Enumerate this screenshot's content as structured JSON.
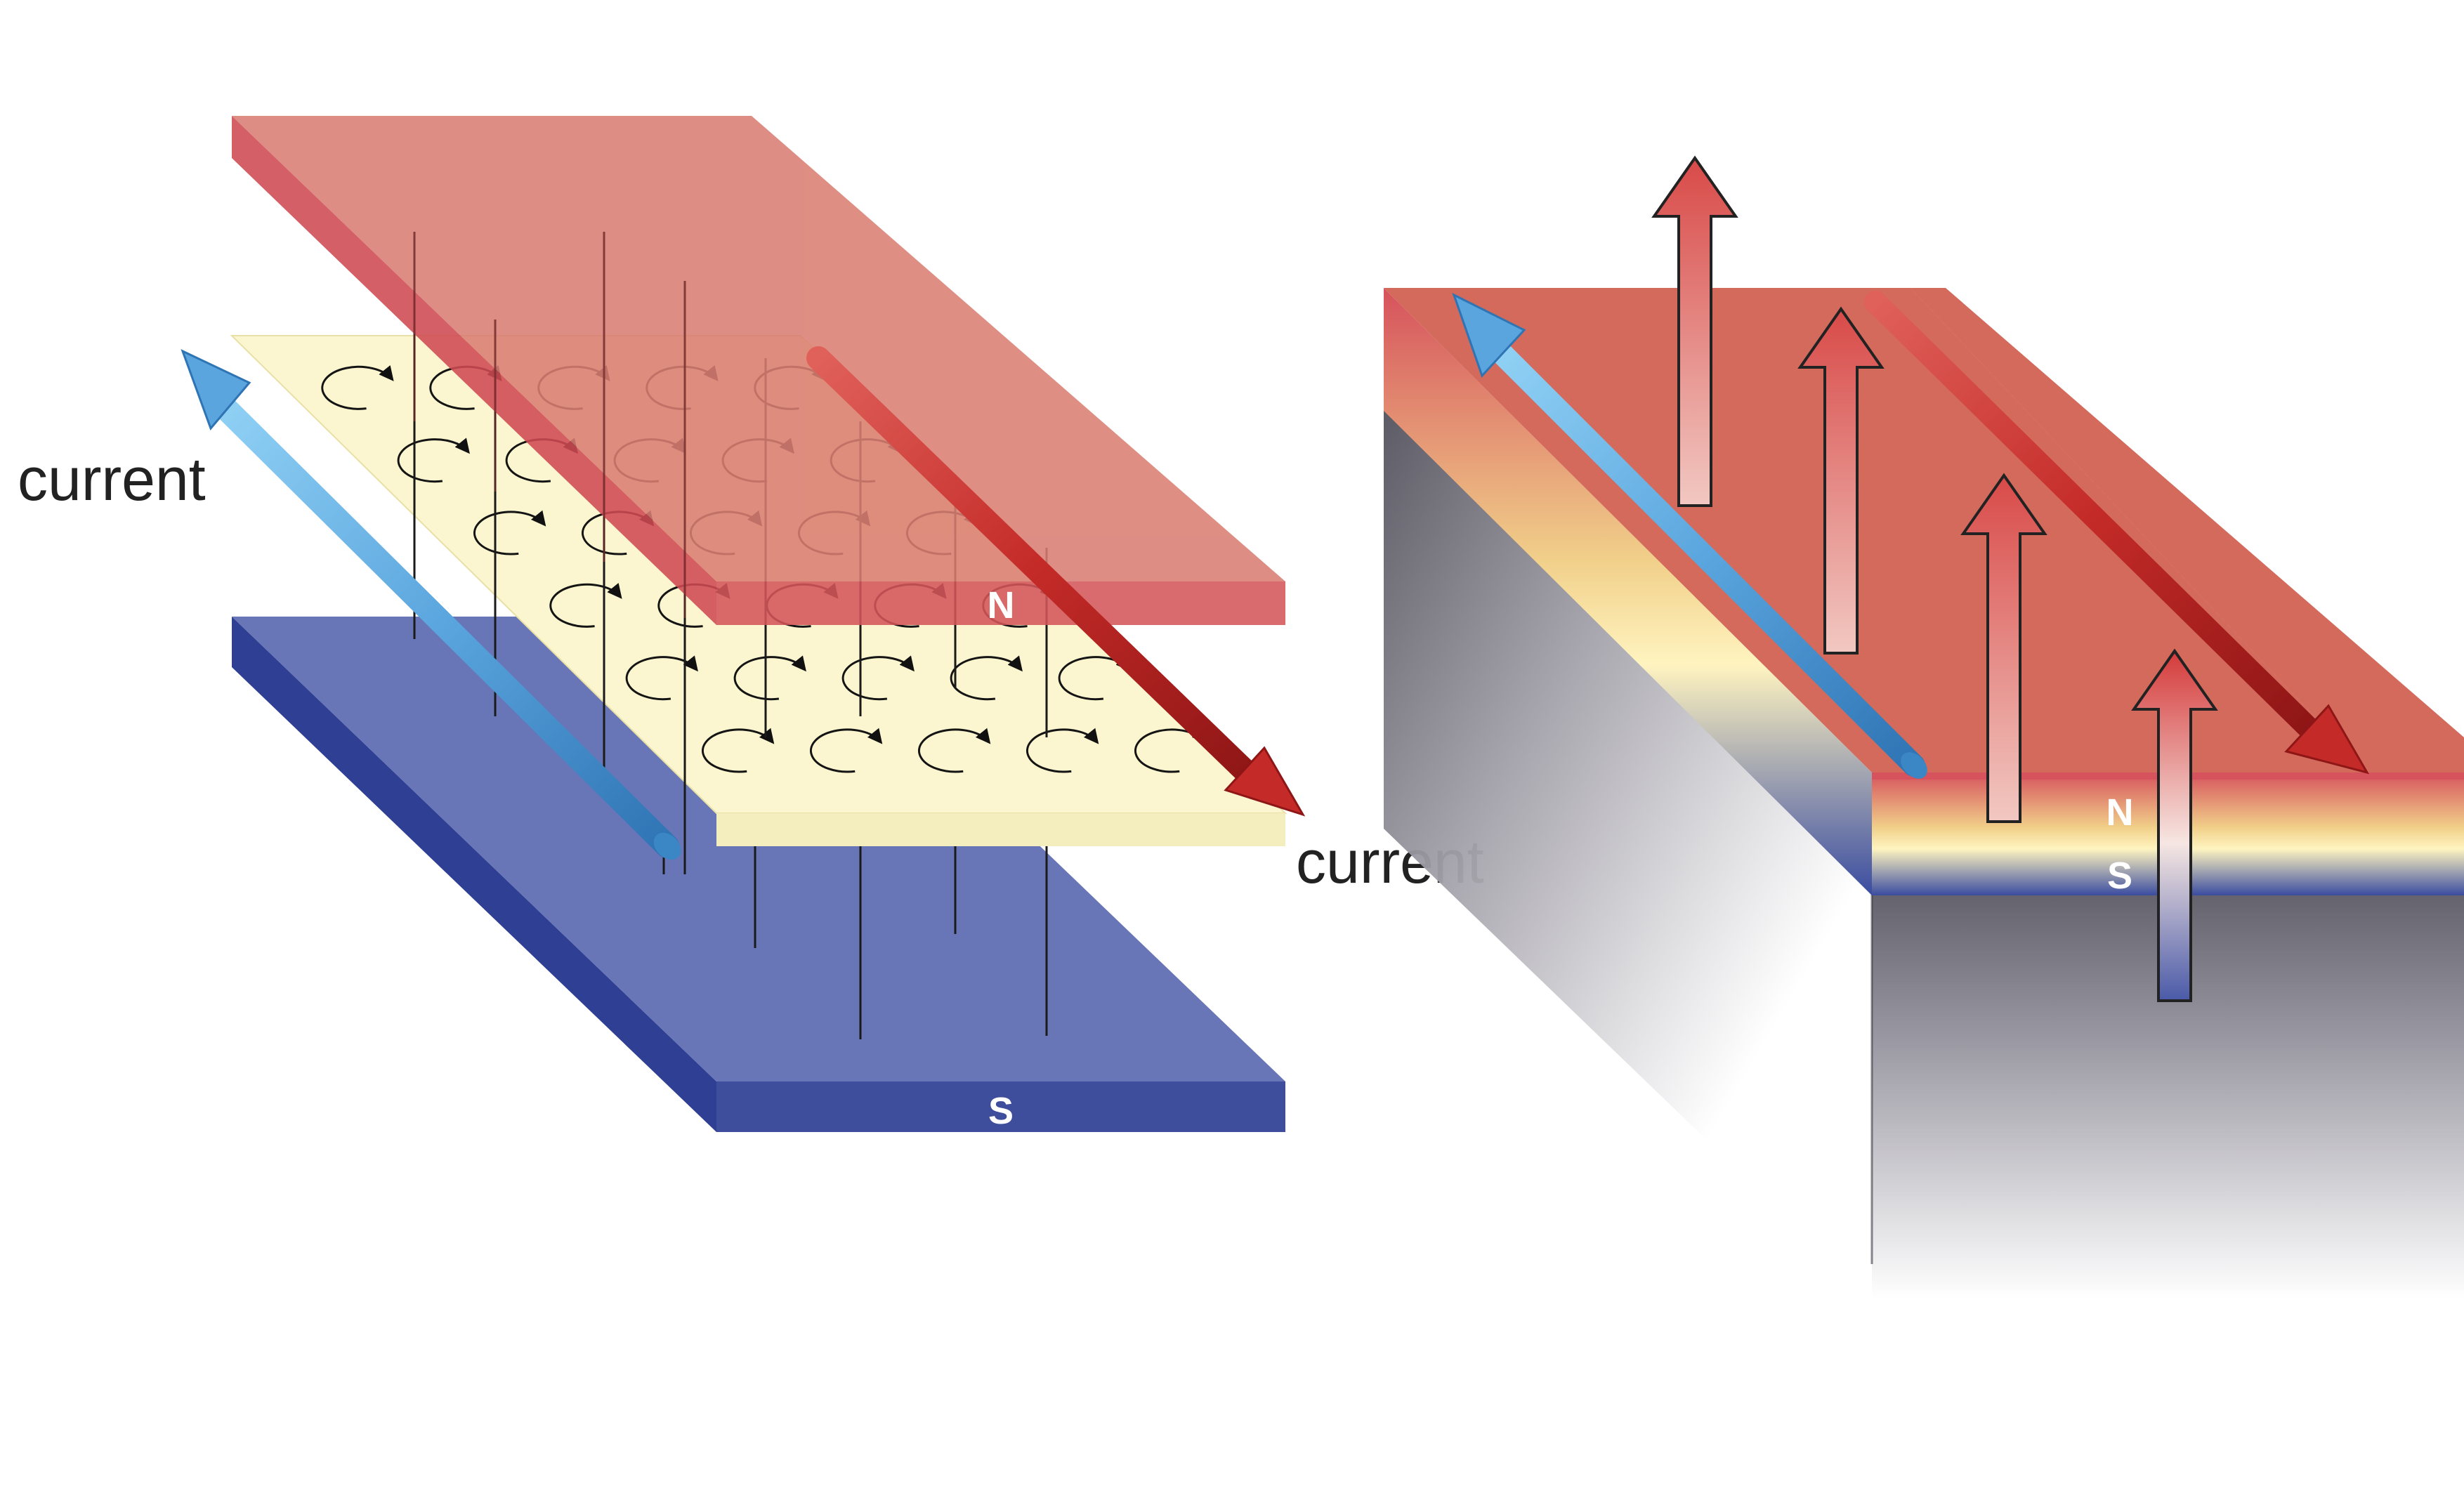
{
  "labels": {
    "current_left": "current",
    "current_right": "current",
    "north_left": "N",
    "south_left": "S",
    "north_right": "N",
    "south_right": "S"
  },
  "colors": {
    "north_plate": "#d97e72",
    "north_plate_edge": "#d4565a",
    "south_plate": "#6875b6",
    "south_plate_edge": "#3e4d9c",
    "sample_layer": "#fbf6cf",
    "current_blue": "#5fa8dc",
    "current_red": "#c9302c",
    "block_top": "#d36a5c",
    "shadow": "#55535f"
  }
}
